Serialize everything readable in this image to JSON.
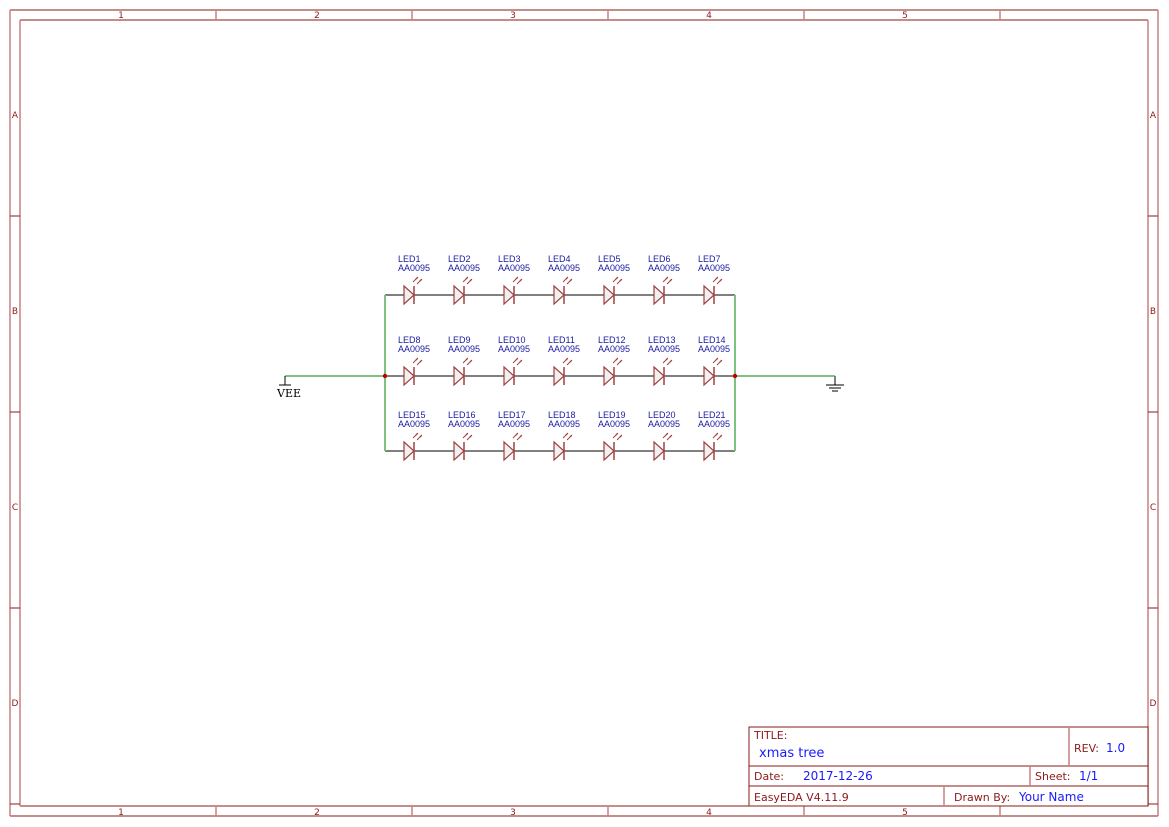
{
  "frame": {
    "columns": [
      "1",
      "2",
      "3",
      "4",
      "5"
    ],
    "rows": [
      "A",
      "B",
      "C",
      "D"
    ],
    "colors": {
      "border": "#8b1a1a",
      "border_light": "#c88080",
      "wire": "#008000",
      "bus": "#80c080",
      "junction": "#c00000",
      "part": "#a04040",
      "ref": "#1a1aa0"
    }
  },
  "net_labels": {
    "power": "VEE"
  },
  "leds": [
    {
      "ref": "LED1",
      "value": "AA0095"
    },
    {
      "ref": "LED2",
      "value": "AA0095"
    },
    {
      "ref": "LED3",
      "value": "AA0095"
    },
    {
      "ref": "LED4",
      "value": "AA0095"
    },
    {
      "ref": "LED5",
      "value": "AA0095"
    },
    {
      "ref": "LED6",
      "value": "AA0095"
    },
    {
      "ref": "LED7",
      "value": "AA0095"
    },
    {
      "ref": "LED8",
      "value": "AA0095"
    },
    {
      "ref": "LED9",
      "value": "AA0095"
    },
    {
      "ref": "LED10",
      "value": "AA0095"
    },
    {
      "ref": "LED11",
      "value": "AA0095"
    },
    {
      "ref": "LED12",
      "value": "AA0095"
    },
    {
      "ref": "LED13",
      "value": "AA0095"
    },
    {
      "ref": "LED14",
      "value": "AA0095"
    },
    {
      "ref": "LED15",
      "value": "AA0095"
    },
    {
      "ref": "LED16",
      "value": "AA0095"
    },
    {
      "ref": "LED17",
      "value": "AA0095"
    },
    {
      "ref": "LED18",
      "value": "AA0095"
    },
    {
      "ref": "LED19",
      "value": "AA0095"
    },
    {
      "ref": "LED20",
      "value": "AA0095"
    },
    {
      "ref": "LED21",
      "value": "AA0095"
    }
  ],
  "title_block": {
    "title_label": "TITLE:",
    "title": "xmas tree",
    "rev_label": "REV:",
    "rev": "1.0",
    "date_label": "Date:",
    "date": "2017-12-26",
    "sheet_label": "Sheet:",
    "sheet": "1/1",
    "tool": "EasyEDA V4.11.9",
    "drawn_by_label": "Drawn By:",
    "drawn_by": "Your Name"
  }
}
